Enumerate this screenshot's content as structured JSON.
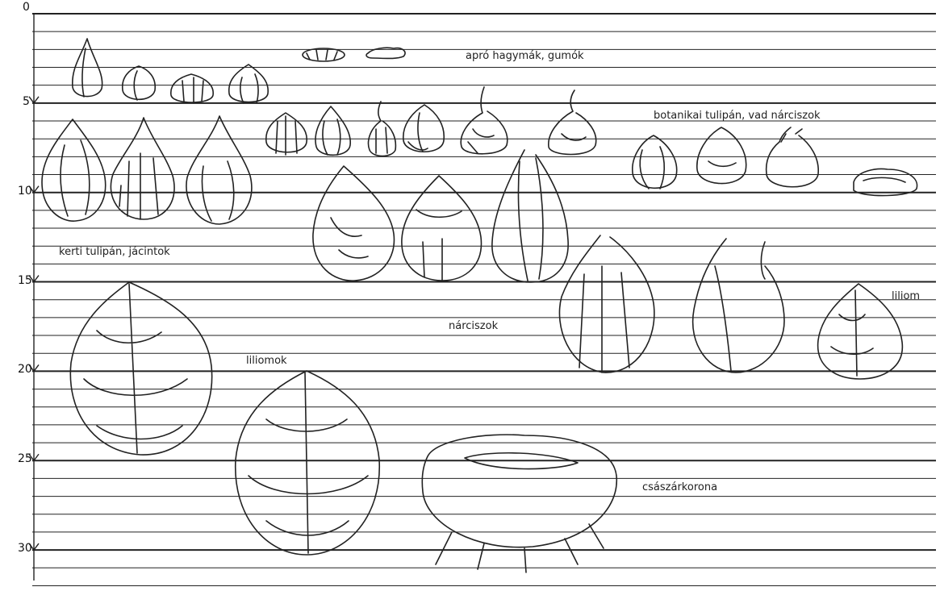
{
  "depth_labels": [
    "0",
    "5",
    "10",
    "15",
    "20",
    "25",
    "30"
  ],
  "depth_values": [
    0,
    5,
    10,
    15,
    20,
    25,
    30
  ],
  "group_labels": {
    "small_bulbs": "apró hagymák, gumók",
    "botanical": "botanikai tulipán, vad nárciszok",
    "garden_tulip": "kerti tulipán, jácintok",
    "narcissus": "nárciszok",
    "lily_single": "liliom",
    "lilies": "liliomok",
    "crown_imperial": "császárkorona"
  },
  "colors": {
    "ink": "#222222",
    "paper": "#ffffff"
  }
}
